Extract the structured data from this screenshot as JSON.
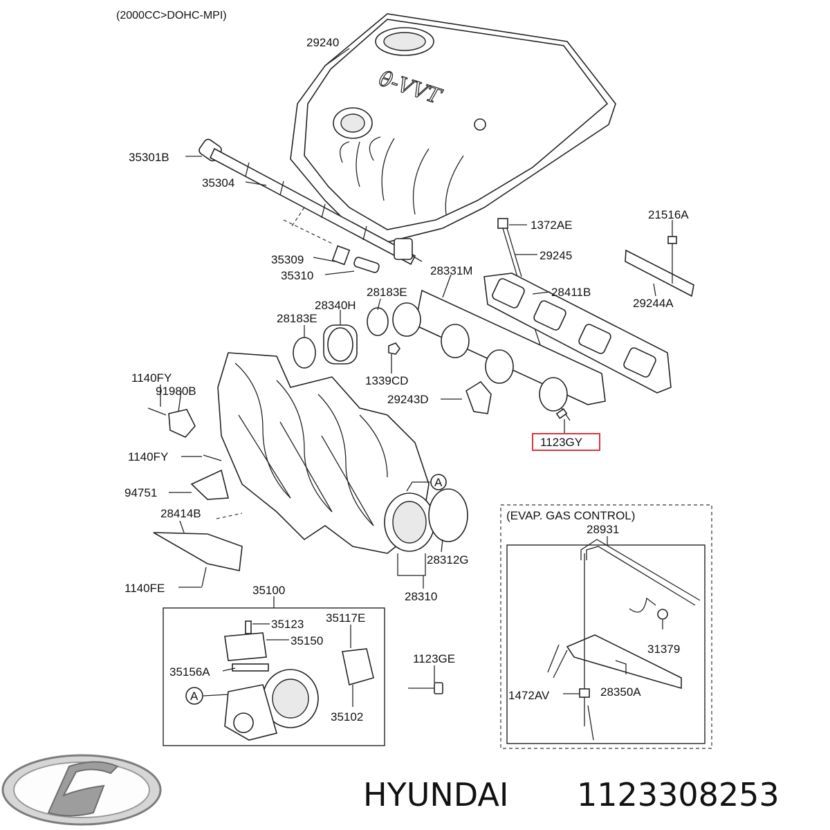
{
  "header": {
    "engine_note": "(2000CC>DOHC-MPI)"
  },
  "cover_emblem": "θ-VVT",
  "callouts": {
    "c29240": "29240",
    "c35301B": "35301B",
    "c35304": "35304",
    "c35309": "35309",
    "c35310": "35310",
    "c28183E_a": "28183E",
    "c28340H": "28340H",
    "c28183E_b": "28183E",
    "c28331M": "28331M",
    "c1372AE": "1372AE",
    "c29245": "29245",
    "c28411B": "28411B",
    "c21516A": "21516A",
    "c29244A": "29244A",
    "c1339CD": "1339CD",
    "c29243D": "29243D",
    "c1123GY": "1123GY",
    "c1140FY_a": "1140FY",
    "c91980B": "91980B",
    "c1140FY_b": "1140FY",
    "c94751": "94751",
    "c28414B": "28414B",
    "c1140FE": "1140FE",
    "c28312G": "28312G",
    "c28310": "28310",
    "c35100": "35100",
    "c35123": "35123",
    "c35117E": "35117E",
    "c35150": "35150",
    "c35156A": "35156A",
    "c1123GE": "1123GE",
    "c35102": "35102",
    "marker_a1": "A",
    "marker_a2": "A"
  },
  "evap_box": {
    "title": "(EVAP. GAS CONTROL)",
    "c28931": "28931",
    "c31379": "31379",
    "c1472AV": "1472AV",
    "c28350A": "28350A"
  },
  "highlight": {
    "part": "1123GY",
    "color": "#d9343a"
  },
  "footer": {
    "brand": "HYUNDAI",
    "part_number": "1123308253"
  },
  "colors": {
    "line": "#222222",
    "background": "#ffffff",
    "logo": "#8a8a8a"
  },
  "icons": [
    "hyundai-logo-icon"
  ]
}
